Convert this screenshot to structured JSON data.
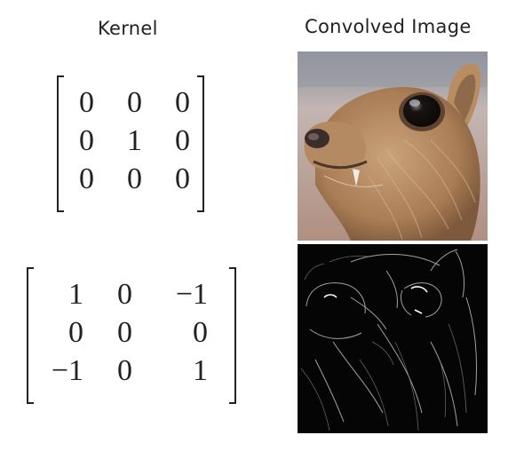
{
  "headers": {
    "kernel": "Kernel",
    "convolved_image": "Convolved Image"
  },
  "rows": [
    {
      "kernel": [
        [
          "0",
          "0",
          "0"
        ],
        [
          "0",
          "1",
          "0"
        ],
        [
          "0",
          "0",
          "0"
        ]
      ],
      "image": "identity-kernel-result-animal-photo"
    },
    {
      "kernel": [
        [
          "1",
          "0",
          "−1"
        ],
        [
          "0",
          "0",
          "0"
        ],
        [
          "−1",
          "0",
          "1"
        ]
      ],
      "image": "edge-detection-kernel-result"
    }
  ]
}
